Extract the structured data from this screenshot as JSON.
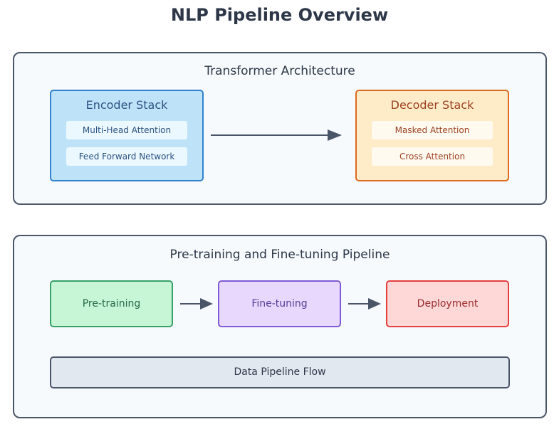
{
  "title": "NLP Pipeline Overview",
  "transformer": {
    "title": "Transformer Architecture",
    "encoder": {
      "title": "Encoder Stack",
      "components": [
        "Multi-Head Attention",
        "Feed Forward Network"
      ]
    },
    "decoder": {
      "title": "Decoder Stack",
      "components": [
        "Masked Attention",
        "Cross Attention"
      ]
    }
  },
  "pipeline": {
    "title": "Pre-training and Fine-tuning Pipeline",
    "stages": [
      "Pre-training",
      "Fine-tuning",
      "Deployment"
    ],
    "flow_label": "Data Pipeline Flow"
  },
  "colors": {
    "encoder_fill": "#bee3f8",
    "encoder_border": "#3182ce",
    "decoder_fill": "#feebc8",
    "decoder_border": "#dd6b20",
    "pretraining_fill": "#c6f6d5",
    "finetuning_fill": "#e9d8fd",
    "deployment_fill": "#fed7d7",
    "arrow": "#4a5568"
  }
}
